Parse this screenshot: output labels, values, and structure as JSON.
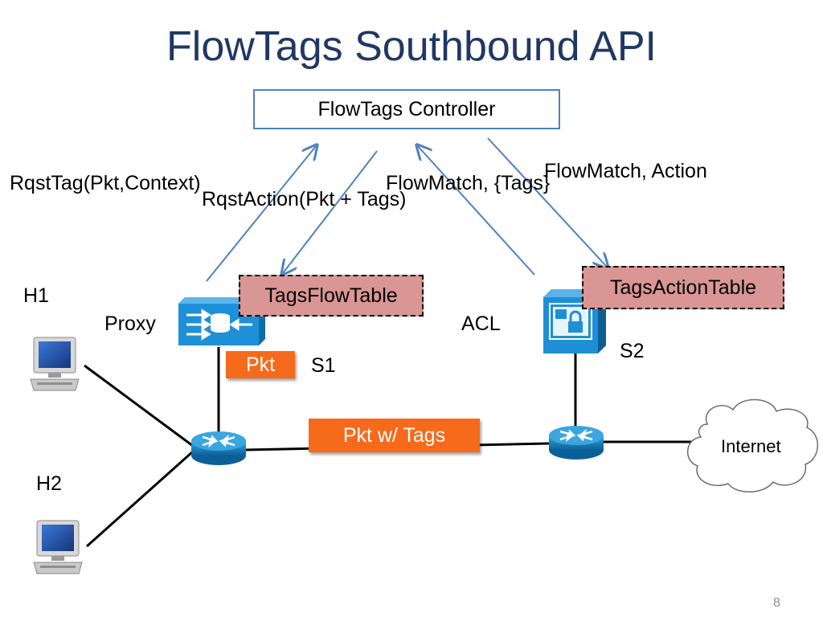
{
  "title": "FlowTags Southbound API",
  "controller": {
    "label": "FlowTags Controller"
  },
  "messages": {
    "rqst_tag": "RqstTag(Pkt,Context)",
    "rqst_action": "RqstAction(Pkt + Tags)",
    "flowmatch_tags": "FlowMatch, {Tags}",
    "flowmatch_action": "FlowMatch, Action"
  },
  "tables": {
    "tags_flow_table": "TagsFlowTable",
    "tags_action_table": "TagsActionTable"
  },
  "nodes": {
    "h1": "H1",
    "h2": "H2",
    "proxy": "Proxy",
    "acl": "ACL",
    "s1": "S1",
    "s2": "S2",
    "internet": "Internet"
  },
  "packets": {
    "pkt": "Pkt",
    "pkt_with_tags": "Pkt w/ Tags"
  },
  "page_number": "8",
  "colors": {
    "title": "#1f3864",
    "arrow": "#4f81bd",
    "table_fill": "#d99694",
    "packet_fill": "#f66a1c",
    "router_fill": "#1c86c8",
    "middlebox_fill": "#1e90d8"
  },
  "icons": {
    "h1": "desktop-computer-icon",
    "h2": "desktop-computer-icon",
    "proxy": "proxy-server-icon",
    "acl": "firewall-lock-icon",
    "s1": "router-icon",
    "s2": "router-icon",
    "internet": "cloud-icon"
  }
}
